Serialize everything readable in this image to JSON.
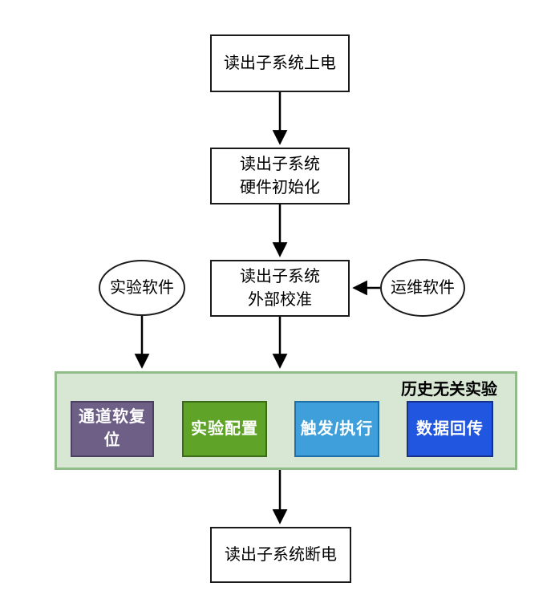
{
  "diagram": {
    "container_label": "历史无关实验",
    "nodes": {
      "power_on": "读出子系统上电",
      "hw_init": "读出子系统\n硬件初始化",
      "ext_cal": "读出子系统\n外部校准",
      "exp_software": "实验软件",
      "ops_software": "运维软件",
      "soft_reset": "通道软复位",
      "exp_config": "实验配置",
      "trigger_exec": "触发/执行",
      "data_return": "数据回传",
      "power_off": "读出子系统断电"
    },
    "colors": {
      "purple_fill": "#6e5f87",
      "purple_border": "#4b3f62",
      "green_fill": "#5fa428",
      "green_border": "#3a6b17",
      "lightblue_fill": "#3e9fda",
      "lightblue_border": "#1f6fa6",
      "blue_fill": "#2157e0",
      "blue_border": "#16308c",
      "container_fill": "#d8e7d4",
      "container_border": "#8fbc88",
      "arrow": "#000000"
    }
  }
}
